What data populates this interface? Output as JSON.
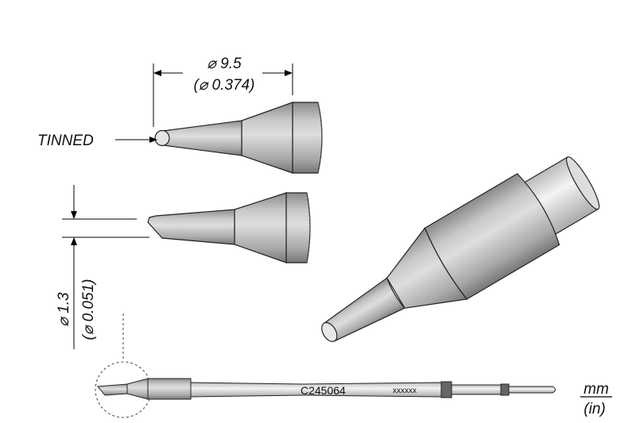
{
  "dimensions": {
    "length_mm": "⌀ 9.5",
    "length_in": "(⌀ 0.374)",
    "width_mm": "⌀ 1.3",
    "width_in": "(⌀ 0.051)"
  },
  "labels": {
    "tinned": "TINNED",
    "part_number": "C245064",
    "serial_placeholder": "xxxxxx"
  },
  "units": {
    "primary": "mm",
    "secondary": "(in)"
  }
}
